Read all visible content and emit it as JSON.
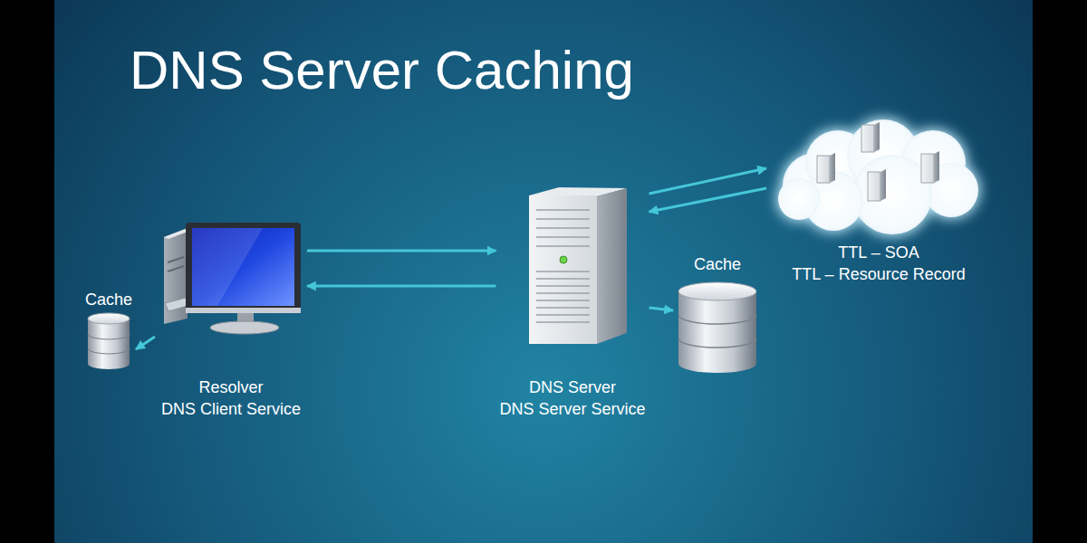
{
  "diagram": {
    "title": "DNS Server Caching",
    "nodes": [
      {
        "text": [
          "Resolver",
          "DNS Client Service"
        ]
      },
      {
        "text": [
          "Cache"
        ]
      },
      {
        "text": [
          "DNS Server",
          "DNS Server Service"
        ]
      },
      {
        "text": [
          "Cache"
        ]
      },
      {
        "text": [
          "TTL – SOA",
          "TTL – Resource Record"
        ]
      }
    ],
    "edges": [
      {
        "from": 0,
        "to": 2,
        "arrow": "to"
      },
      {
        "from": 2,
        "to": 0,
        "arrow": "to"
      },
      {
        "from": 0,
        "to": 1,
        "arrow": "to"
      },
      {
        "from": 2,
        "to": 3,
        "arrow": "to"
      },
      {
        "from": 2,
        "to": 4,
        "arrow": "to"
      },
      {
        "from": 4,
        "to": 2,
        "arrow": "to"
      }
    ]
  }
}
